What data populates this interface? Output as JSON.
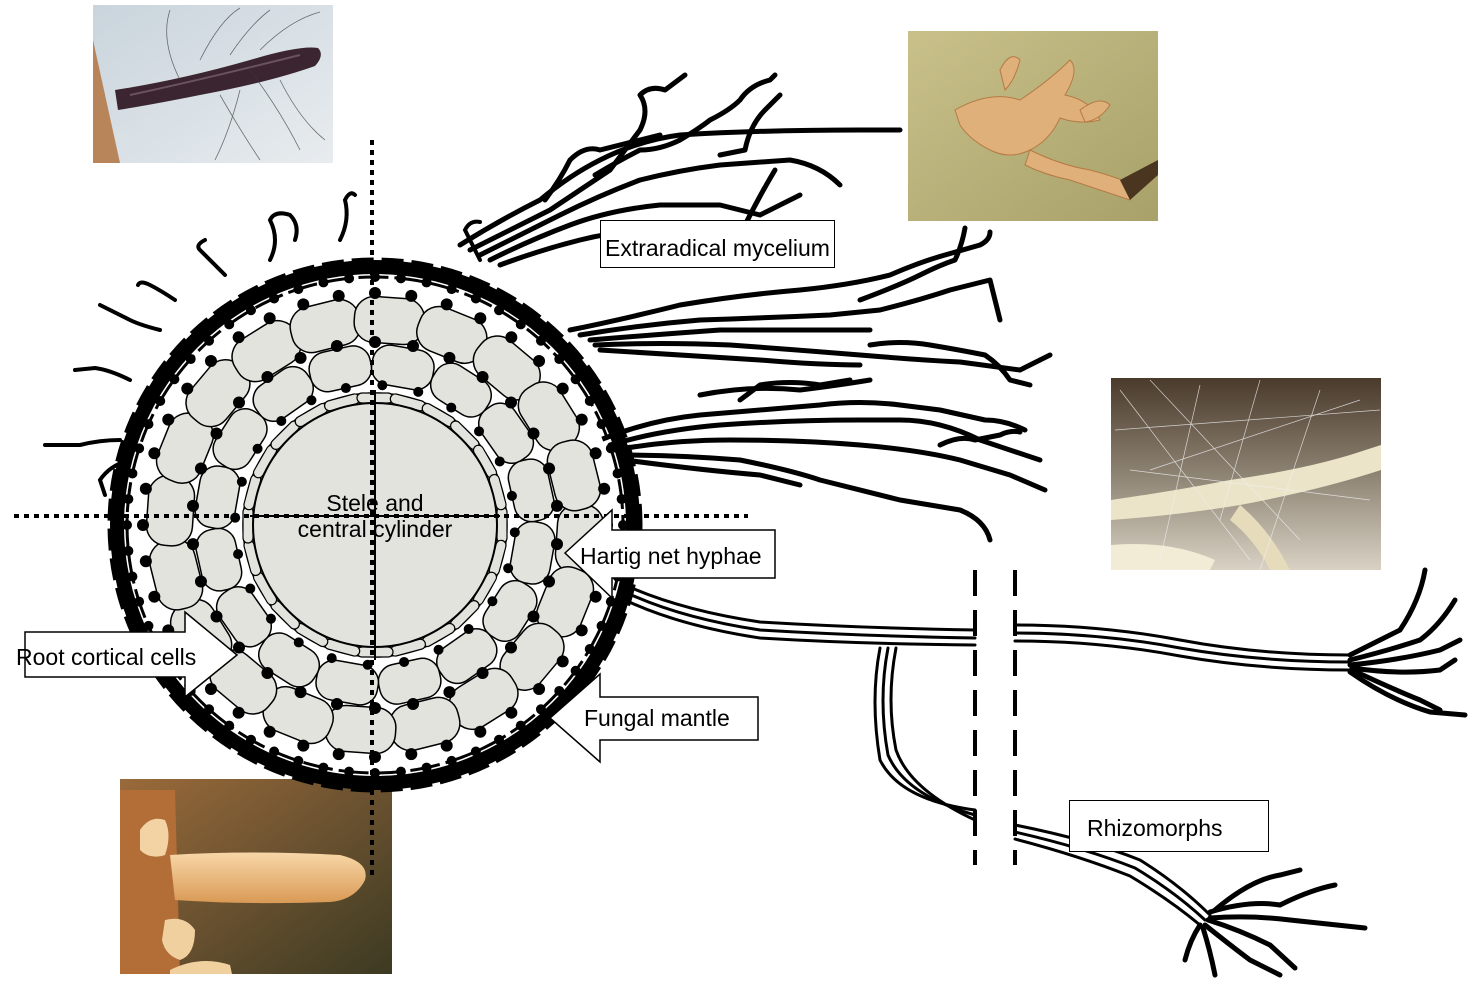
{
  "labels": {
    "stele_line1": "Stele and",
    "stele_line2": "central cylinder",
    "extraradical": "Extraradical mycelium",
    "hartig": "Hartig net hyphae",
    "cortical": "Root cortical cells",
    "mantle": "Fungal mantle",
    "rhizomorphs": "Rhizomorphs"
  },
  "photos": [
    {
      "name": "dark-root-tip-photo",
      "desc": "dark ectomycorrhizal root tip with hairy hyphae"
    },
    {
      "name": "orange-branched-roots-photo",
      "desc": "orange branched ectomycorrhizal roots"
    },
    {
      "name": "white-mycelium-photo",
      "desc": "white rhizomorphs and mycelium in soil"
    },
    {
      "name": "pale-root-tip-photo",
      "desc": "pale orange root tip"
    }
  ],
  "colors": {
    "cell_fill": "#e3e3de",
    "line": "#000000"
  }
}
